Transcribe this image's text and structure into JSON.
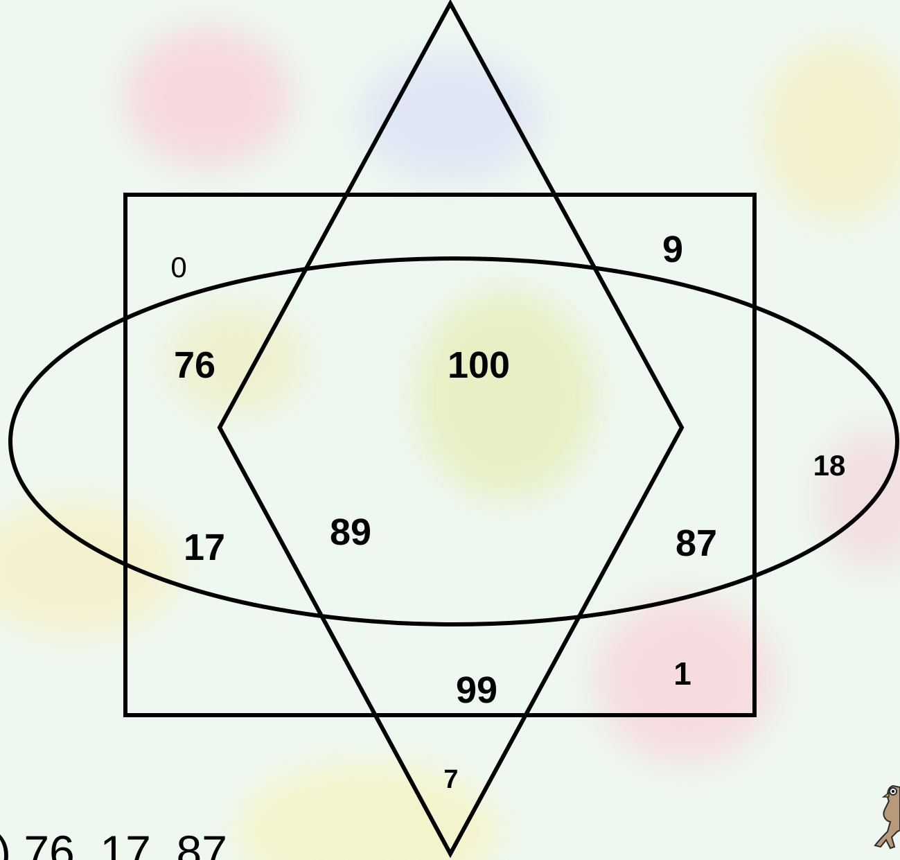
{
  "colors": {
    "background": "#eef8f0",
    "stroke": "#000000",
    "text": "#000000"
  },
  "shapes": [
    "rectangle",
    "ellipse",
    "hexagram"
  ],
  "labels": {
    "n0": "0",
    "n9": "9",
    "n76": "76",
    "n100": "100",
    "n18": "18",
    "n17": "17",
    "n89": "89",
    "n87": "87",
    "n99": "99",
    "n1": "1",
    "n7": "7"
  },
  "answer_text": ") 76, 17, 87",
  "mascot_icon": "bird-mascot-icon"
}
